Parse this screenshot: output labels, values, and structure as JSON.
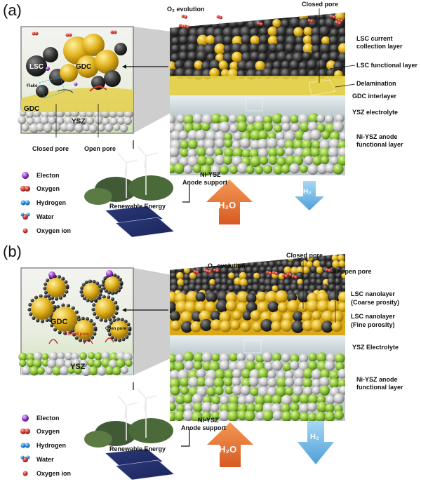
{
  "colors": {
    "lsc": "#3a3a3a",
    "gdc": "#e0b21b",
    "gdc_layer": "#e8d24a",
    "ysz": "#c9d3d6",
    "ni": "#8cc43c",
    "ysz_ball": "#cfcfcf",
    "h2o_arrow": "#e8743a",
    "h2_arrow": "#6fb8e8",
    "oxygen": "#d23a32",
    "hydrogen": "#2b8be0",
    "electron": "#9a3fd0"
  },
  "panels": [
    {
      "letter": "(a)",
      "labels": {
        "o2": "O₂ evolution",
        "closed_pore_top": "Closed pore",
        "lsc_current": "LSC current",
        "lsc_current2": "collection layer",
        "lsc_functional": "LSC functional layer",
        "delamination": "Delamination",
        "gdc_interlayer": "GDC interlayer",
        "ysz_electrolyte": "YSZ electrolyte",
        "ni_anode": "Ni-YSZ anode",
        "ni_anode2": "functional layer",
        "ni_support": "Ni-YSZ",
        "ni_support2": "Anode support",
        "h2o": "H₂O",
        "h2": "H₂",
        "renewable": "Renewable Energy"
      },
      "inset": {
        "lsc": "LSC",
        "gdc": "GDC",
        "gdc2": "GDC",
        "flake": "Flake",
        "ysz": "YSZ",
        "closed_pore": "Closed pore",
        "open_pore": "Open pore"
      },
      "legend": [
        "Electon",
        "Oxygen",
        "Hydrogen",
        "Water",
        "Oxygen ion"
      ]
    },
    {
      "letter": "(b)",
      "labels": {
        "o2": "O₂ evolution",
        "closed_pore_top": "Closed pore",
        "open_3d": "3D open pore",
        "lsc_nano1": "LSC nanolayer",
        "lsc_nano1b": "(Coarse prosity)",
        "lsc_nano2": "LSC nanolayer",
        "lsc_nano2b": "(Fine porosity)",
        "ysz_electrolyte": "YSZ Electrolyte",
        "ni_anode": "Ni-YSZ anode",
        "ni_anode2": "functional layer",
        "ni_support": "Ni-YSZ",
        "ni_support2": "Anode support",
        "h2o": "H₂O",
        "h2": "H₂",
        "renewable": "Renewable Energy"
      },
      "inset": {
        "gdc": "GDC",
        "ysz": "YSZ",
        "closed_pore": "Closed pore",
        "open_pore": "Open pore"
      },
      "legend": [
        "Electon",
        "Oxygen",
        "Hydrogen",
        "Water",
        "Oxygen ion"
      ]
    }
  ]
}
